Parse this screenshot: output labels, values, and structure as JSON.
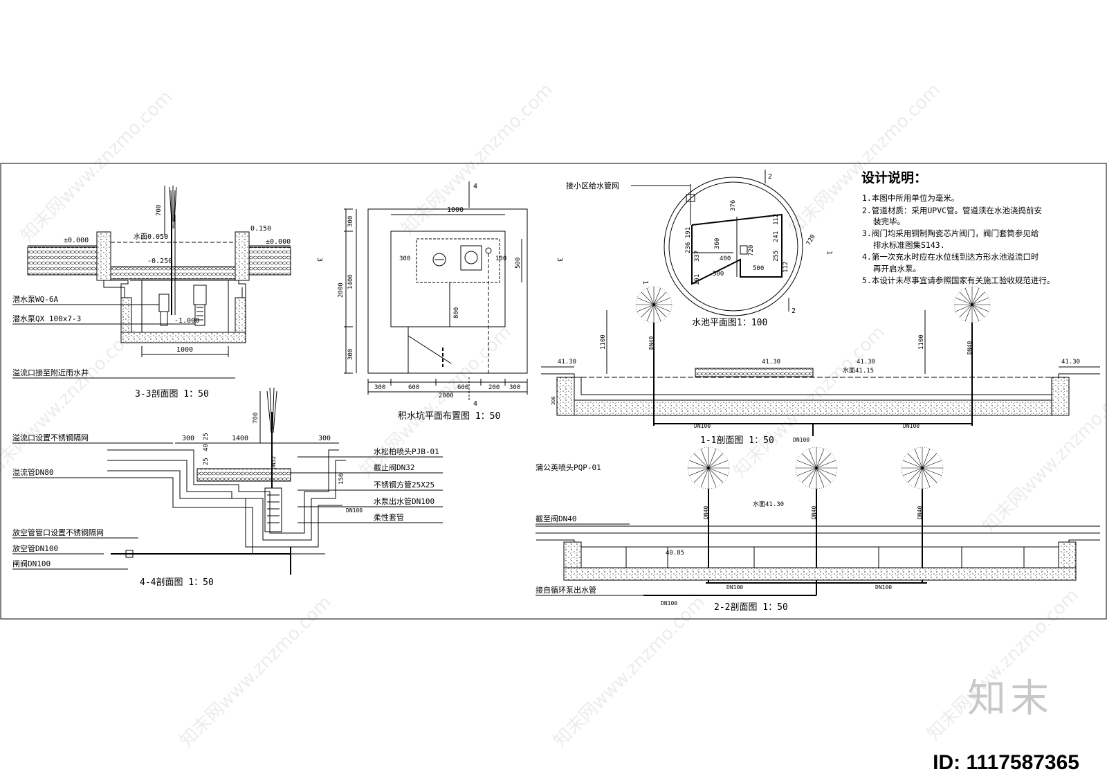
{
  "sections": {
    "s33": {
      "title": "3-3剖面图 1：50",
      "labels": {
        "pump1": "潜水泵WQ-6A",
        "pump2": "潜水泵QX 100x7-3",
        "overflow": "溢流口接至附近雨水井",
        "ground_left": "±0.000",
        "ground_right": "±0.000",
        "water": "水面0.050",
        "top": "0.150",
        "level1": "-0.250",
        "level2": "-1.000",
        "dim_jet": "700",
        "dim_width": "1000"
      }
    },
    "pit": {
      "title": "积水坑平面布置图 1：50",
      "dims": {
        "top1000": "1000",
        "h300a": "300",
        "h1400": "1400",
        "h300b": "300",
        "h2000": "2000",
        "w300": "300",
        "w100": "100",
        "w500": "500",
        "w800": "800",
        "b300a": "300",
        "b600a": "600",
        "b600b": "600",
        "b200": "200",
        "b300b": "300",
        "b2000": "2000"
      },
      "marks": {
        "top": "4",
        "bottom": "4",
        "left": "3",
        "right": "3"
      }
    },
    "s44": {
      "title": "4-4剖面图 1：50",
      "labels": {
        "l1": "溢流口设置不锈钢隔网",
        "l2": "溢流管DN80",
        "l3": "放空管管口设置不锈钢隔网",
        "l4": "放空管DN100",
        "l5": "闸阀DN100",
        "r1": "水松柏喷头PJB-01",
        "r2": "截止阀DN32",
        "r3": "不锈钢方管25X25",
        "r4": "水泵出水管DN100",
        "r5": "柔性套管",
        "d300a": "300",
        "d1400": "1400",
        "d300b": "300",
        "d700": "700",
        "d40": "40",
        "d25a": "25",
        "d25b": "25",
        "d150": "150",
        "dn32": "DN32",
        "dn100": "DN100"
      }
    },
    "pool_plan": {
      "title": "水池平面图1：100",
      "supply": "接小区给水管网",
      "dims": [
        "376",
        "112",
        "241",
        "720",
        "360",
        "720",
        "236",
        "337",
        "400",
        "255",
        "112",
        "191",
        "500",
        "500",
        "191"
      ],
      "marks": {
        "m2a": "2",
        "m2b": "2",
        "m1a": "1",
        "m1b": "1"
      }
    },
    "s11": {
      "title": "1-1剖面图 1：50",
      "labels": {
        "h1100a": "1100",
        "h1100b": "1100",
        "dn40a": "DN40",
        "dn40b": "DN40",
        "e1": "41.30",
        "e2": "41.30",
        "e3": "41.30",
        "e4": "41.30",
        "water": "水面41.15",
        "dn100a": "DN100",
        "dn100b": "DN100",
        "dn100c": "DN100",
        "sm": "300"
      }
    },
    "s22": {
      "title": "2-2剖面图 1：50",
      "labels": {
        "nozzle": "蒲公英喷头PQP-01",
        "valve": "截至阀DN40",
        "supply": "接自循环泵出水管",
        "water": "水面41.30",
        "bottom": "40.85",
        "dn40a": "DN40",
        "dn40b": "DN40",
        "dn40c": "DN40",
        "dn100a": "DN100",
        "dn100b": "DN100",
        "dn100c": "DN100"
      }
    }
  },
  "notes": {
    "heading": "设计说明：",
    "items": [
      "1.本图中所用单位为毫米。",
      "2.管道材质：采用UPVC管。管道须在水池浇捣前安",
      "装完毕。",
      "3.阀门均采用铜制陶瓷芯片阀门，阀门套筒参见给",
      "排水标准图集S143.",
      "4.第一次充水时应在水位线到达方形水池溢流口时",
      "再开启水泵。",
      "5.本设计未尽事宜请参照国家有关施工验收规范进行。"
    ]
  },
  "watermark": {
    "text": "知末网www.znzmo.com",
    "logo": "知末",
    "id": "ID: 1117587365"
  }
}
